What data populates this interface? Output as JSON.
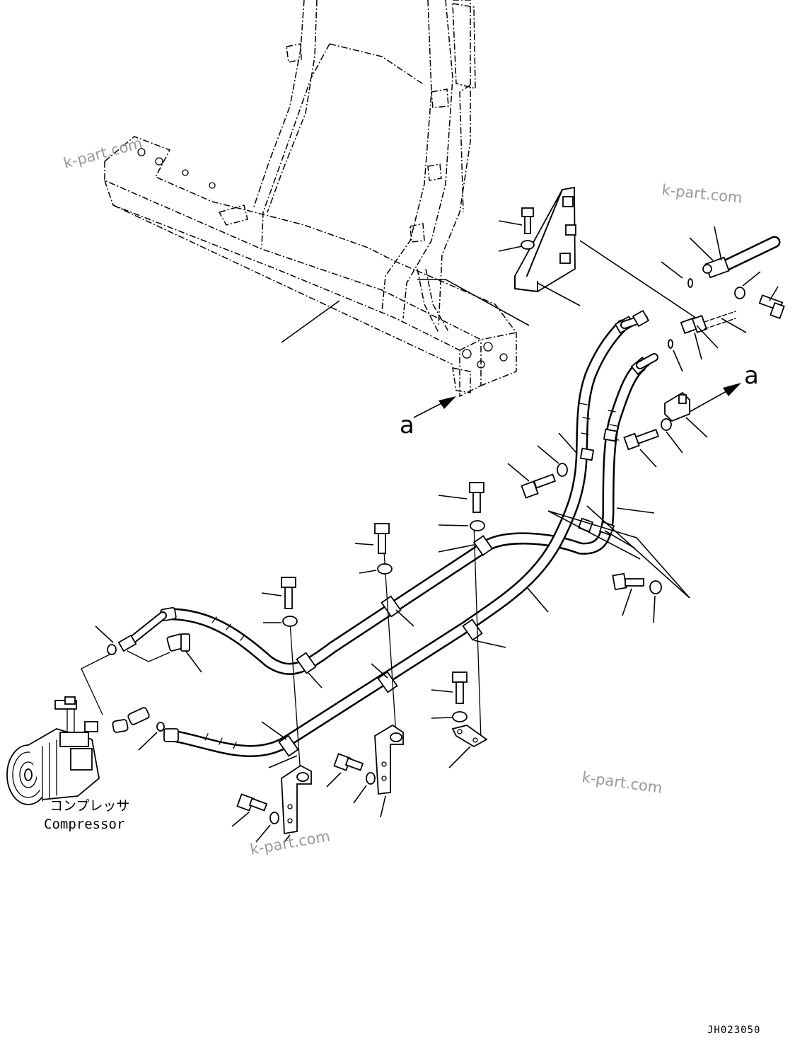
{
  "diagram": {
    "compressor_label_jp": "コンプレッサ",
    "compressor_label_en": "Compressor",
    "view_reference_left": "a",
    "view_reference_right": "a",
    "drawing_code": "JH023050"
  },
  "watermarks": [
    "k-part.com",
    "k-part.com",
    "k-part.com",
    "k-part.com"
  ]
}
